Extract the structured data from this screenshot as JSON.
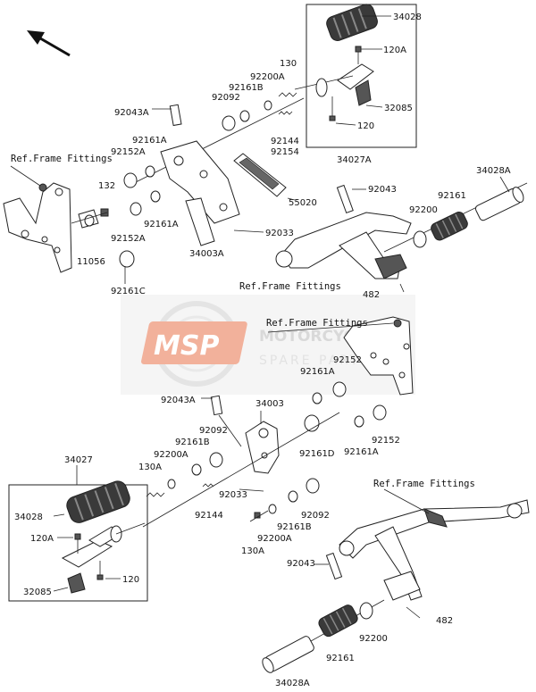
{
  "watermark": {
    "logo_text": "MSP",
    "brand": "MOTORCYCLE",
    "sub": "SPARE PARTS",
    "color": "#e8734a",
    "grey": "#bbbbbb"
  },
  "labels": {
    "top_right_group": [
      "34028",
      "120A",
      "32085",
      "120",
      "34027A"
    ],
    "upper_center": [
      "130",
      "92200A",
      "92161B",
      "92092",
      "92043A",
      "92144",
      "92154",
      "55020",
      "92033",
      "34003A"
    ],
    "upper_left": [
      "Ref.Frame Fittings",
      "92161A",
      "92152A",
      "132",
      "92161A",
      "92152A",
      "11056",
      "92161C"
    ],
    "upper_right": [
      "92043",
      "92200",
      "92161",
      "34028A",
      "Ref.Frame Fittings",
      "482"
    ],
    "middle_right": [
      "Ref.Frame Fittings",
      "92152",
      "92161A",
      "92152",
      "92161A",
      "92161D"
    ],
    "middle_center": [
      "92043A",
      "34003",
      "92092",
      "92161B",
      "92200A",
      "130A",
      "92033",
      "92144"
    ],
    "lower_left_group": [
      "34027",
      "34028",
      "120A",
      "120",
      "32085"
    ],
    "lower_center": [
      "92161B",
      "92092",
      "92200A",
      "130A"
    ],
    "lower_right": [
      "Ref.Frame Fittings",
      "92043",
      "482",
      "92200",
      "92161",
      "34028A"
    ]
  }
}
